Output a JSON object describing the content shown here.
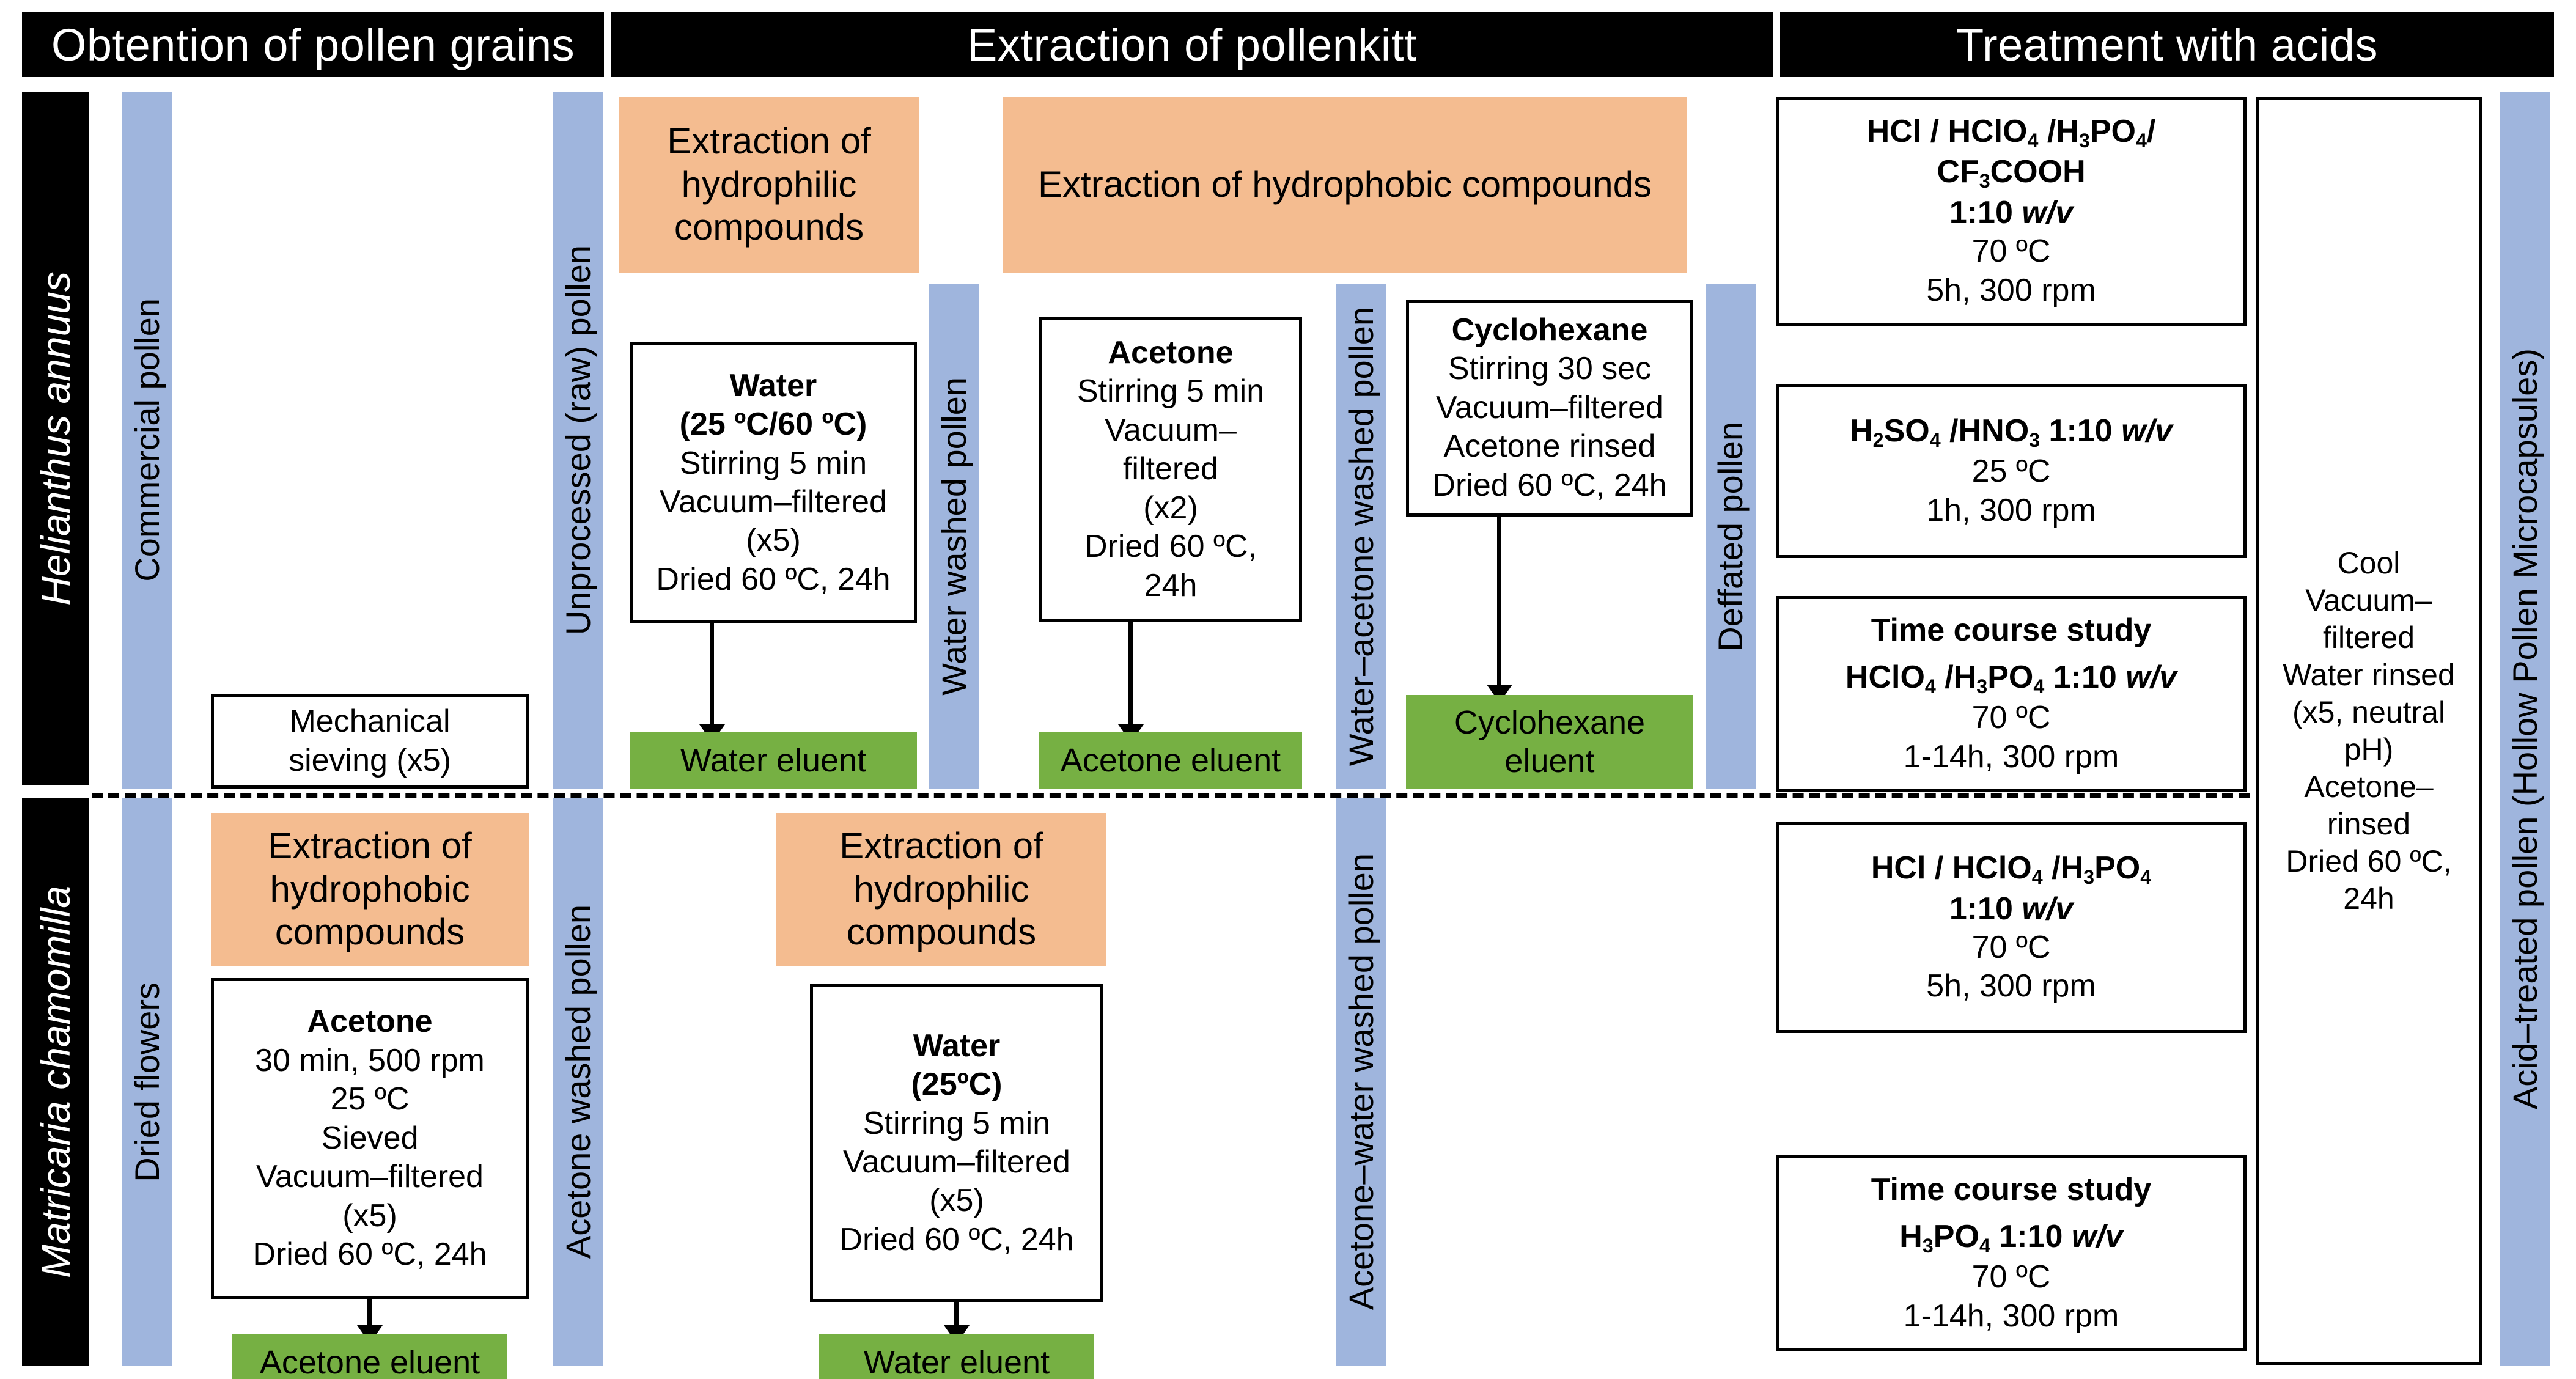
{
  "headers": [
    {
      "label": "Obtention of pollen grains"
    },
    {
      "label": "Extraction of pollenkitt"
    },
    {
      "label": "Treatment with acids"
    }
  ],
  "species": [
    {
      "label": "Helianthus annuus"
    },
    {
      "label": "Matricaria chamomilla"
    }
  ],
  "state_bars": [
    {
      "label": "Commercial pollen"
    },
    {
      "label": "Dried flowers"
    },
    {
      "label": "Unprocessed (raw) pollen"
    },
    {
      "label": "Acetone washed pollen"
    },
    {
      "label": "Water washed pollen"
    },
    {
      "label": "Water–acetone washed pollen"
    },
    {
      "label": "Acetone–water washed pollen"
    },
    {
      "label": "Deffated pollen"
    },
    {
      "label": "Acid–treated pollen (Hollow Pollen Microcapsules)"
    }
  ],
  "stage_banners": [
    {
      "label": "Extraction of hydrophilic compounds"
    },
    {
      "label": "Extraction of hydrophobic compounds"
    },
    {
      "label": "Extraction of hydrophobic compounds"
    },
    {
      "label": "Extraction of hydrophilic compounds"
    }
  ],
  "process_boxes": {
    "sieving": {
      "lines": [
        "Mechanical",
        "sieving (x5)"
      ]
    },
    "water_top": {
      "title": "Water",
      "subtitle": "(25 ºC/60 ºC)",
      "lines": [
        "Stirring 5 min",
        "Vacuum–filtered",
        "(x5)",
        "Dried 60 ºC, 24h"
      ]
    },
    "acetone_top": {
      "title": "Acetone",
      "lines": [
        "Stirring 5 min",
        "Vacuum–",
        "filtered",
        "(x2)",
        "Dried 60 ºC,",
        "24h"
      ]
    },
    "cyclohexane": {
      "title": "Cyclohexane",
      "lines": [
        "Stirring 30 sec",
        "Vacuum–filtered",
        "Acetone rinsed",
        "Dried 60 ºC, 24h"
      ]
    },
    "acetone_bottom": {
      "title": "Acetone",
      "lines": [
        "30 min, 500 rpm",
        "25 ºC",
        "Sieved",
        "Vacuum–filtered",
        "(x5)",
        "Dried 60 ºC, 24h"
      ]
    },
    "water_bottom": {
      "title": "Water",
      "subtitle": "(25ºC)",
      "lines": [
        "Stirring 5 min",
        "Vacuum–filtered",
        "(x5)",
        "Dried 60 ºC, 24h"
      ]
    },
    "cool_rinse": {
      "lines": [
        "Cool",
        "Vacuum–",
        "filtered",
        "Water rinsed",
        "(x5, neutral",
        "pH)",
        "Acetone–",
        "rinsed",
        "Dried 60 ºC,",
        "24h"
      ]
    }
  },
  "eluents": [
    {
      "label": "Water eluent"
    },
    {
      "label": "Acetone eluent"
    },
    {
      "label": "Cyclohexane eluent"
    },
    {
      "label": "Acetone eluent"
    },
    {
      "label": "Water eluent"
    }
  ],
  "acid_boxes": [
    {
      "id": "acid-1",
      "reagent_html": "HCl / HClO<sub>4</sub> /H<sub>3</sub>PO<sub>4</sub>/",
      "reagent_line2_html": "CF<sub>3</sub>COOH",
      "ratio": "1:10 w/v",
      "temperature": "70 ºC",
      "conditions": "5h, 300 rpm"
    },
    {
      "id": "acid-2",
      "reagent_html": "H<sub>2</sub>SO<sub>4</sub> /HNO<sub>3</sub> 1:10 w/v",
      "temperature": "25 ºC",
      "conditions": "1h, 300 rpm"
    },
    {
      "id": "acid-3",
      "title": "Time course study",
      "reagent_html": "HClO<sub>4</sub> /H<sub>3</sub>PO<sub>4</sub> 1:10 w/v",
      "temperature": "70 ºC",
      "conditions": "1-14h, 300 rpm"
    },
    {
      "id": "acid-4",
      "reagent_html": "HCl / HClO<sub>4</sub> /H<sub>3</sub>PO<sub>4</sub>",
      "ratio": "1:10 w/v",
      "temperature": "70 ºC",
      "conditions": "5h, 300 rpm"
    },
    {
      "id": "acid-5",
      "title": "Time course study",
      "reagent_html": "H<sub>3</sub>PO<sub>4</sub> 1:10 w/v",
      "temperature": "70 ºC",
      "conditions": "1-14h, 300 rpm"
    }
  ],
  "colors": {
    "blue": "#9FB5DD",
    "orange": "#F4BC90",
    "green": "#76B043",
    "black": "#000000"
  }
}
